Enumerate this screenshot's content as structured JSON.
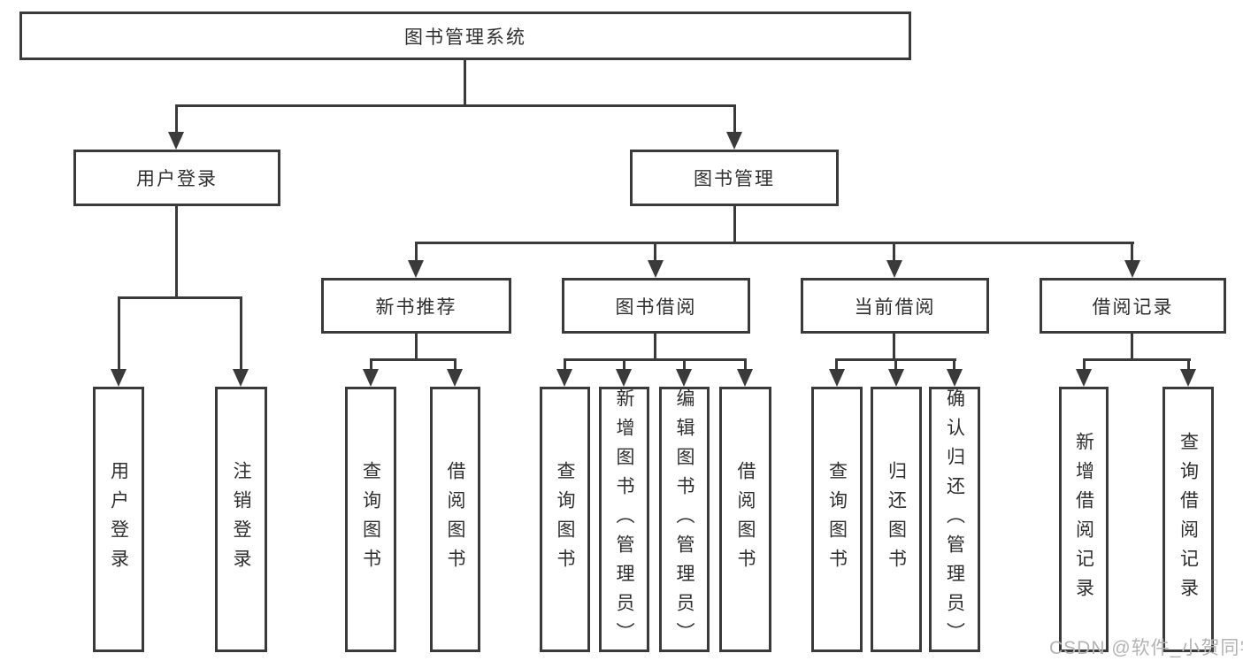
{
  "diagram_type": "functional-structure-tree",
  "colors": {
    "line": "#3a3a3a",
    "text": "#2f2f2f",
    "background": "#ffffff",
    "watermark": "#b3b3b3"
  },
  "watermark": {
    "text": "CSDN @软件_小贺同学"
  },
  "tree": {
    "root": {
      "label": "图书管理系统"
    },
    "branches": [
      {
        "label": "用户登录",
        "children": [
          {
            "label": "用户登录"
          },
          {
            "label": "注销登录"
          }
        ]
      },
      {
        "label": "图书管理",
        "children": [
          {
            "label": "新书推荐",
            "children": [
              {
                "label": "查询图书"
              },
              {
                "label": "借阅图书"
              }
            ]
          },
          {
            "label": "图书借阅",
            "children": [
              {
                "label": "查询图书"
              },
              {
                "label": "新增图书（管理员）"
              },
              {
                "label": "编辑图书（管理员）"
              },
              {
                "label": "借阅图书"
              }
            ]
          },
          {
            "label": "当前借阅",
            "children": [
              {
                "label": "查询图书"
              },
              {
                "label": "归还图书"
              },
              {
                "label": "确认归还（管理员）"
              }
            ]
          },
          {
            "label": "借阅记录",
            "children": [
              {
                "label": "新增借阅记录"
              },
              {
                "label": "查询借阅记录"
              }
            ]
          }
        ]
      }
    ]
  }
}
